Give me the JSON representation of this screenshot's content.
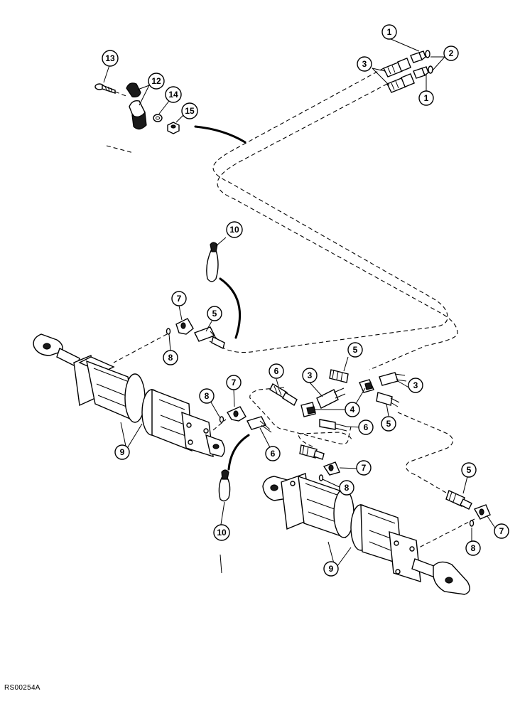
{
  "diagram": {
    "reference_code": "RS00254A",
    "callouts": [
      {
        "id": "c1a",
        "label": "1"
      },
      {
        "id": "c1b",
        "label": "1"
      },
      {
        "id": "c2",
        "label": "2"
      },
      {
        "id": "c3a",
        "label": "3"
      },
      {
        "id": "c3b",
        "label": "3"
      },
      {
        "id": "c3c",
        "label": "3"
      },
      {
        "id": "c4",
        "label": "4"
      },
      {
        "id": "c5a",
        "label": "5"
      },
      {
        "id": "c5b",
        "label": "5"
      },
      {
        "id": "c5c",
        "label": "5"
      },
      {
        "id": "c5d",
        "label": "5"
      },
      {
        "id": "c6a",
        "label": "6"
      },
      {
        "id": "c6b",
        "label": "6"
      },
      {
        "id": "c6c",
        "label": "6"
      },
      {
        "id": "c7a",
        "label": "7"
      },
      {
        "id": "c7b",
        "label": "7"
      },
      {
        "id": "c7c",
        "label": "7"
      },
      {
        "id": "c7d",
        "label": "7"
      },
      {
        "id": "c8a",
        "label": "8"
      },
      {
        "id": "c8b",
        "label": "8"
      },
      {
        "id": "c8c",
        "label": "8"
      },
      {
        "id": "c8d",
        "label": "8"
      },
      {
        "id": "c9a",
        "label": "9"
      },
      {
        "id": "c9b",
        "label": "9"
      },
      {
        "id": "c10a",
        "label": "10"
      },
      {
        "id": "c10b",
        "label": "10"
      },
      {
        "id": "c12",
        "label": "12"
      },
      {
        "id": "c13",
        "label": "13"
      },
      {
        "id": "c14",
        "label": "14"
      },
      {
        "id": "c15",
        "label": "15"
      }
    ]
  }
}
